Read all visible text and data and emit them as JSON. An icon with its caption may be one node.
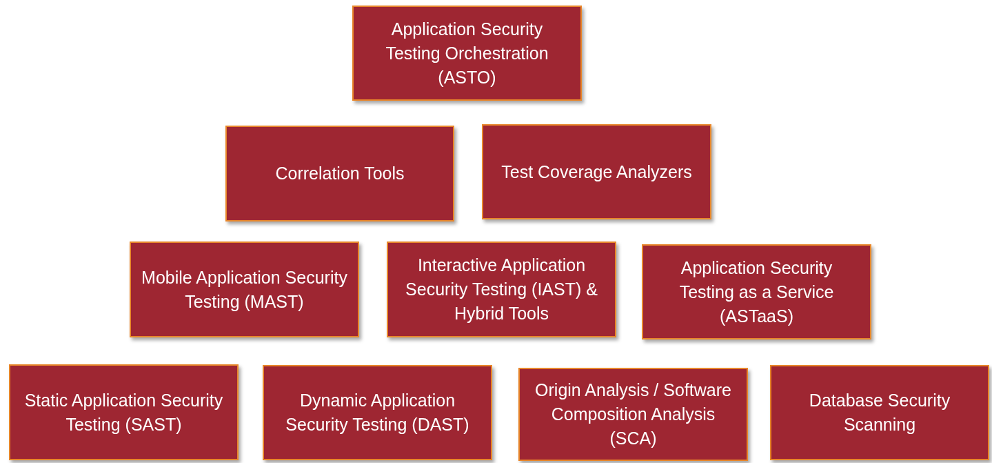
{
  "diagram": {
    "nodes": [
      {
        "text": [
          "Application Security Testing Orchestration (ASTO)"
        ]
      },
      {
        "text": [
          "Correlation Tools"
        ]
      },
      {
        "text": [
          "Test Coverage Analyzers"
        ]
      },
      {
        "text": [
          "Mobile Application Security Testing (MAST)"
        ]
      },
      {
        "text": [
          "Interactive Application Security Testing (IAST) & Hybrid Tools"
        ]
      },
      {
        "text": [
          "Application Security Testing as a Service (ASTaaS)"
        ]
      },
      {
        "text": [
          "Static Application Security Testing (SAST)"
        ]
      },
      {
        "text": [
          "Dynamic Application Security Testing (DAST)"
        ]
      },
      {
        "text": [
          "Origin Analysis / Software Composition Analysis (SCA)"
        ]
      },
      {
        "text": [
          "Database Security Scanning"
        ]
      }
    ]
  }
}
